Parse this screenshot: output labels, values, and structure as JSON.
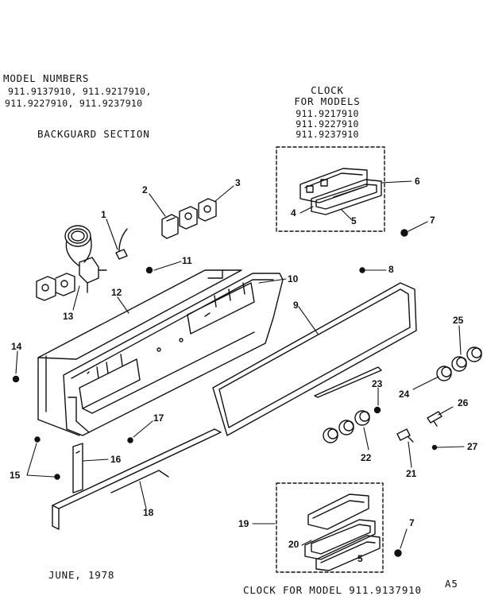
{
  "header": {
    "model_title": "MODEL NUMBERS",
    "model_line1": "911.9137910, 911.9217910,",
    "model_line2": "911.9227910, 911.9237910",
    "section_title": "BACKGUARD SECTION"
  },
  "clock_top": {
    "title1": "CLOCK",
    "title2": "FOR MODELS",
    "models": [
      "911.9217910",
      "911.9227910",
      "911.9237910"
    ]
  },
  "footer": {
    "date": "JUNE, 1978",
    "page_code": "A5",
    "clock_bottom_caption": "CLOCK FOR MODEL 911.9137910"
  },
  "callouts": [
    "1",
    "2",
    "3",
    "4",
    "5",
    "6",
    "7",
    "8",
    "9",
    "10",
    "11",
    "12",
    "13",
    "14",
    "15",
    "16",
    "17",
    "18",
    "19",
    "20",
    "21",
    "22",
    "23",
    "24",
    "25",
    "26",
    "27",
    "5",
    "7"
  ]
}
